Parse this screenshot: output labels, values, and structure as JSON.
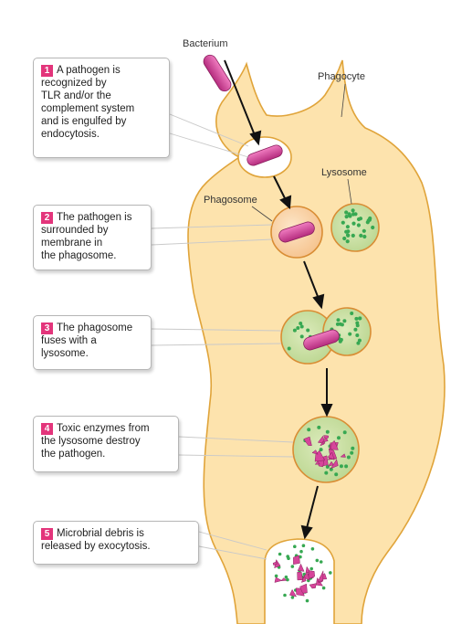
{
  "labels": {
    "bacterium": "Bacterium",
    "phagocyte": "Phagocyte",
    "lysosome": "Lysosome",
    "phagosome": "Phagosome"
  },
  "steps": [
    {
      "number": "1",
      "text": "A pathogen is\nrecognized by\nTLR and/or the\ncomplement system\nand is engulfed by\nendocytosis."
    },
    {
      "number": "2",
      "text": "The pathogen is\nsurrounded by\nmembrane in\nthe phagosome."
    },
    {
      "number": "3",
      "text": "The phagosome\nfuses with a\nlysosome."
    },
    {
      "number": "4",
      "text": "Toxic enzymes from\nthe lysosome destroy\nthe pathogen."
    },
    {
      "number": "5",
      "text": "Microbrial debris is\nreleased by exocytosis."
    }
  ],
  "colors": {
    "cell_fill": "#fde3ad",
    "cell_outline": "#e0a43a",
    "bacterium": "#d6459a",
    "lysosome_fill": "#c5dc9a",
    "granule": "#37a852",
    "step_badge": "#e3357b"
  }
}
